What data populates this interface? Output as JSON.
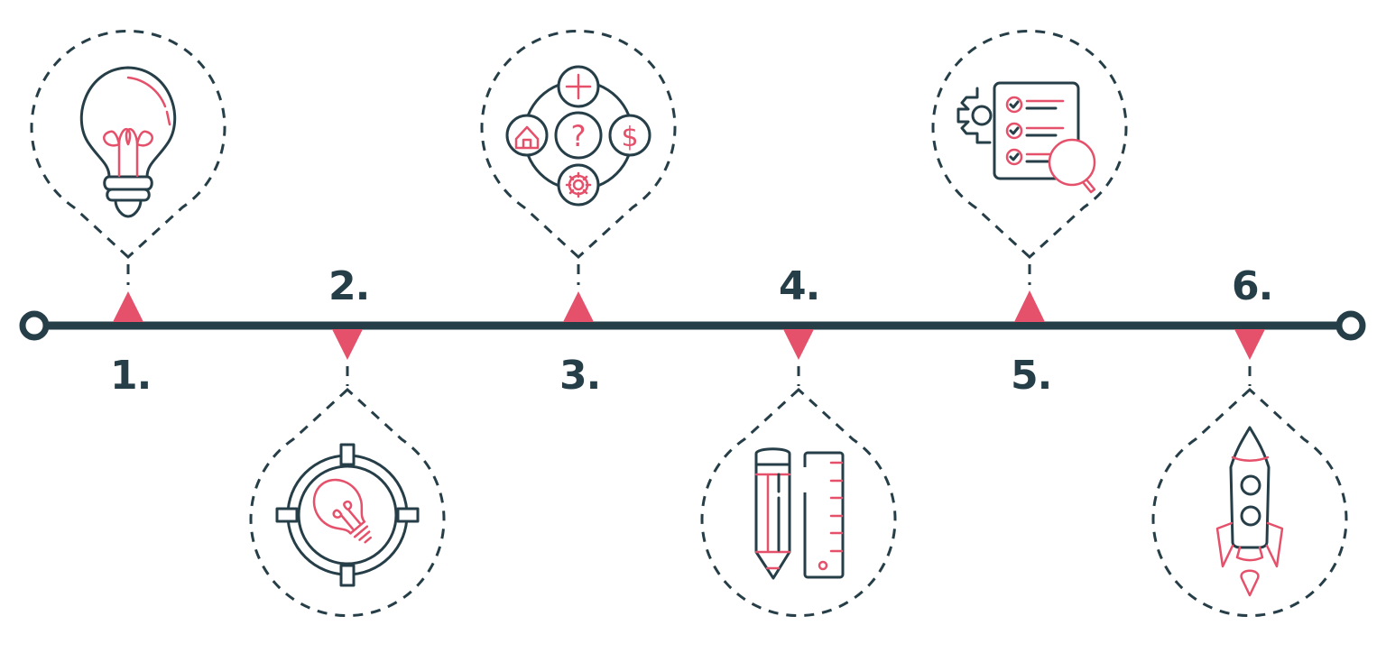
{
  "colors": {
    "line": "#263e48",
    "accent": "#e5506a",
    "background": "#ffffff"
  },
  "timeline": {
    "steps": [
      {
        "label": "1.",
        "icon": "lightbulb-icon",
        "position": "top"
      },
      {
        "label": "2.",
        "icon": "target-idea-icon",
        "position": "bottom"
      },
      {
        "label": "3.",
        "icon": "options-network-icon",
        "position": "top"
      },
      {
        "label": "4.",
        "icon": "pencil-ruler-icon",
        "position": "bottom"
      },
      {
        "label": "5.",
        "icon": "checklist-review-icon",
        "position": "top"
      },
      {
        "label": "6.",
        "icon": "rocket-launch-icon",
        "position": "bottom"
      }
    ]
  }
}
